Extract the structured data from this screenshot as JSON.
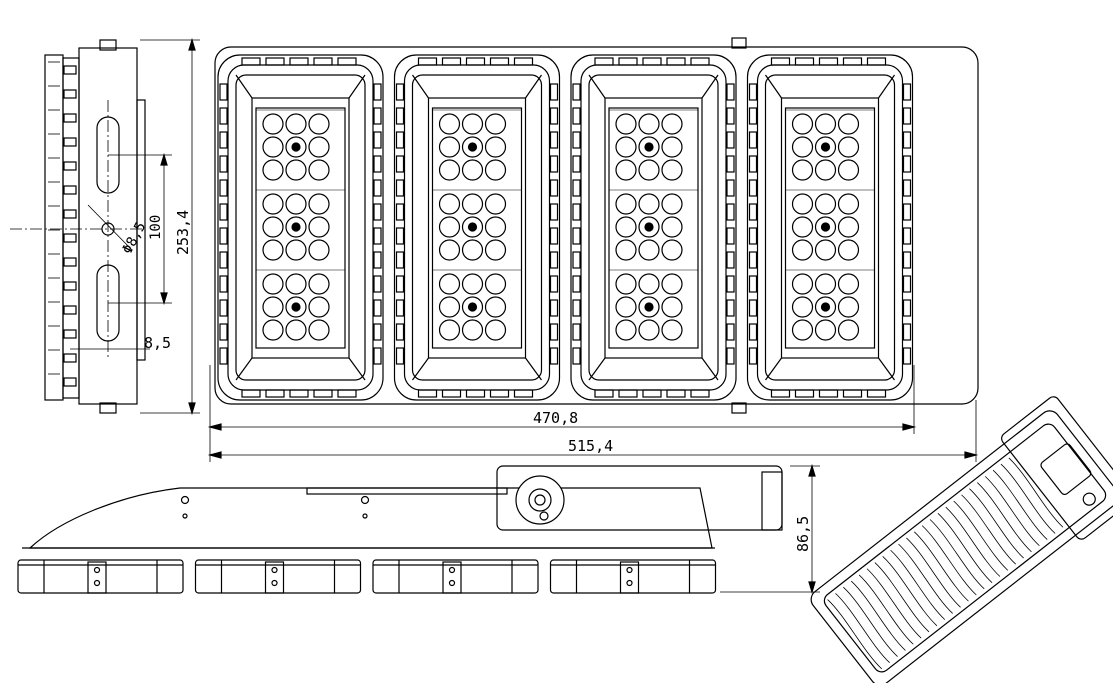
{
  "dimensions": {
    "height_253": "253,4",
    "hole_spacing_100": "100",
    "hole_diameter": "Φ8,5",
    "slot_offset": "8,5",
    "width_470": "470,8",
    "width_515": "515,4",
    "height_86": "86,5"
  },
  "drawing": {
    "views": [
      "side-view",
      "front-view",
      "bottom-view",
      "iso-view"
    ],
    "module_count": 4,
    "led_grid": {
      "blocks_per_module": 3,
      "rows_per_block": 3,
      "cols_per_block": 3
    },
    "line_color": "#000000",
    "background": "#ffffff"
  }
}
